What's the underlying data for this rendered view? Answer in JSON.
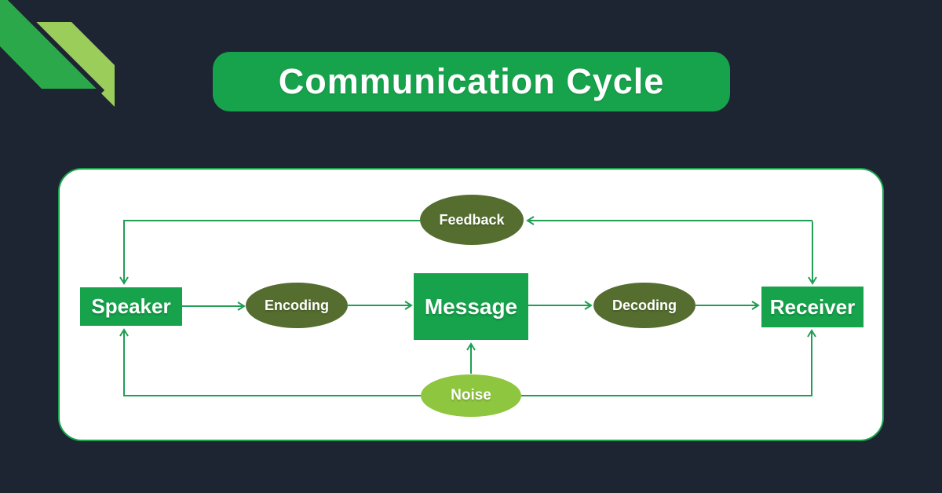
{
  "title": "Communication Cycle",
  "colors": {
    "background": "#1d2432",
    "accent_green": "#16a34b",
    "panel_border_green": "#19a24c",
    "connector_green": "#1f9e54",
    "olive_green": "#556e2f",
    "light_green": "#8fc63f",
    "ribbon_dark_green": "#2aa84a",
    "ribbon_light_green": "#9acd5a",
    "panel_background": "#ffffff",
    "text_white": "#ffffff"
  },
  "diagram": {
    "nodes": {
      "speaker": {
        "label": "Speaker",
        "shape": "rectangle",
        "color": "#16a34b"
      },
      "encoding": {
        "label": "Encoding",
        "shape": "ellipse",
        "color": "#556e2f"
      },
      "message": {
        "label": "Message",
        "shape": "rectangle",
        "color": "#16a34b"
      },
      "decoding": {
        "label": "Decoding",
        "shape": "ellipse",
        "color": "#556e2f"
      },
      "receiver": {
        "label": "Receiver",
        "shape": "rectangle",
        "color": "#16a34b"
      },
      "feedback": {
        "label": "Feedback",
        "shape": "ellipse",
        "color": "#556e2f"
      },
      "noise": {
        "label": "Noise",
        "shape": "ellipse",
        "color": "#8fc63f"
      }
    },
    "edges": [
      {
        "from": "speaker",
        "to": "encoding"
      },
      {
        "from": "encoding",
        "to": "message"
      },
      {
        "from": "message",
        "to": "decoding"
      },
      {
        "from": "decoding",
        "to": "receiver"
      },
      {
        "from": "receiver",
        "to": "feedback",
        "bidirectional": true
      },
      {
        "from": "feedback",
        "to": "speaker"
      },
      {
        "from": "noise",
        "to": "speaker"
      },
      {
        "from": "noise",
        "to": "message"
      },
      {
        "from": "noise",
        "to": "receiver"
      }
    ]
  }
}
